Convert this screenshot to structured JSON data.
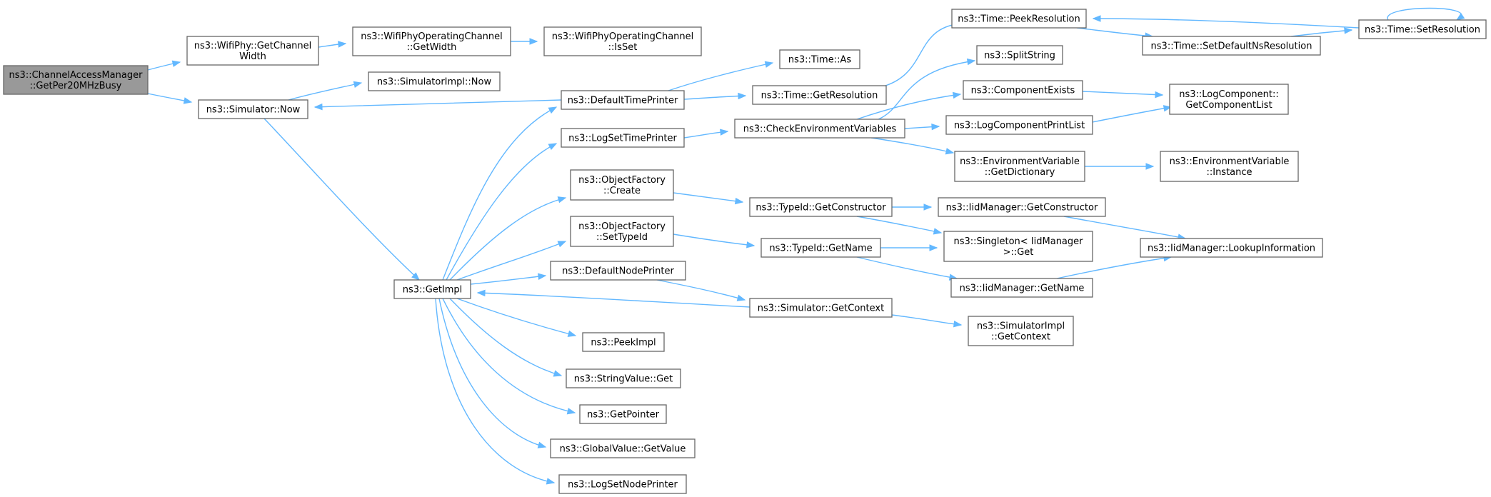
{
  "diagram": {
    "type": "call-graph",
    "colors": {
      "edge": "#63b8ff",
      "root_fill": "#999999",
      "node_border": "#666666",
      "node_fill": "#ffffff"
    },
    "nodes": [
      {
        "id": "root",
        "lines": [
          "ns3::ChannelAccessManager",
          "::GetPer20MHzBusy"
        ]
      },
      {
        "id": "getchw",
        "lines": [
          "ns3::WifiPhy::GetChannel",
          "Width"
        ]
      },
      {
        "id": "opwidth",
        "lines": [
          "ns3::WifiPhyOperatingChannel",
          "::GetWidth"
        ]
      },
      {
        "id": "opisset",
        "lines": [
          "ns3::WifiPhyOperatingChannel",
          "::IsSet"
        ]
      },
      {
        "id": "simimplnow",
        "lines": [
          "ns3::SimulatorImpl::Now"
        ]
      },
      {
        "id": "simnow",
        "lines": [
          "ns3::Simulator::Now"
        ]
      },
      {
        "id": "deftp",
        "lines": [
          "ns3::DefaultTimePrinter"
        ]
      },
      {
        "id": "timeas",
        "lines": [
          "ns3::Time::As"
        ]
      },
      {
        "id": "getres",
        "lines": [
          "ns3::Time::GetResolution"
        ]
      },
      {
        "id": "peekres",
        "lines": [
          "ns3::Time::PeekResolution"
        ]
      },
      {
        "id": "setdefns",
        "lines": [
          "ns3::Time::SetDefaultNsResolution"
        ]
      },
      {
        "id": "setres",
        "lines": [
          "ns3::Time::SetResolution"
        ]
      },
      {
        "id": "splitstr",
        "lines": [
          "ns3::SplitString"
        ]
      },
      {
        "id": "compexists",
        "lines": [
          "ns3::ComponentExists"
        ]
      },
      {
        "id": "logcomplist",
        "lines": [
          "ns3::LogComponent::",
          "GetComponentList"
        ]
      },
      {
        "id": "logsettp",
        "lines": [
          "ns3::LogSetTimePrinter"
        ]
      },
      {
        "id": "checkenv",
        "lines": [
          "ns3::CheckEnvironmentVariables"
        ]
      },
      {
        "id": "logcompprint",
        "lines": [
          "ns3::LogComponentPrintList"
        ]
      },
      {
        "id": "envgetdict",
        "lines": [
          "ns3::EnvironmentVariable",
          "::GetDictionary"
        ]
      },
      {
        "id": "envinst",
        "lines": [
          "ns3::EnvironmentVariable",
          "::Instance"
        ]
      },
      {
        "id": "ofcreate",
        "lines": [
          "ns3::ObjectFactory",
          "::Create"
        ]
      },
      {
        "id": "tidgetctor",
        "lines": [
          "ns3::TypeId::GetConstructor"
        ]
      },
      {
        "id": "iidgetctor",
        "lines": [
          "ns3::IidManager::GetConstructor"
        ]
      },
      {
        "id": "ofsettid",
        "lines": [
          "ns3::ObjectFactory",
          "::SetTypeId"
        ]
      },
      {
        "id": "tidgetname",
        "lines": [
          "ns3::TypeId::GetName"
        ]
      },
      {
        "id": "singleton",
        "lines": [
          "ns3::Singleton< IidManager",
          ">::Get"
        ]
      },
      {
        "id": "lookup",
        "lines": [
          "ns3::IidManager::LookupInformation"
        ]
      },
      {
        "id": "iidgetname",
        "lines": [
          "ns3::IidManager::GetName"
        ]
      },
      {
        "id": "getimpl",
        "lines": [
          "ns3::GetImpl"
        ]
      },
      {
        "id": "defnp",
        "lines": [
          "ns3::DefaultNodePrinter"
        ]
      },
      {
        "id": "simgetctx",
        "lines": [
          "ns3::Simulator::GetContext"
        ]
      },
      {
        "id": "simimplgetctx",
        "lines": [
          "ns3::SimulatorImpl",
          "::GetContext"
        ]
      },
      {
        "id": "peekimpl",
        "lines": [
          "ns3::PeekImpl"
        ]
      },
      {
        "id": "strvalget",
        "lines": [
          "ns3::StringValue::Get"
        ]
      },
      {
        "id": "getptr",
        "lines": [
          "ns3::GetPointer"
        ]
      },
      {
        "id": "gvgetval",
        "lines": [
          "ns3::GlobalValue::GetValue"
        ]
      },
      {
        "id": "logsetnp",
        "lines": [
          "ns3::LogSetNodePrinter"
        ]
      }
    ]
  }
}
